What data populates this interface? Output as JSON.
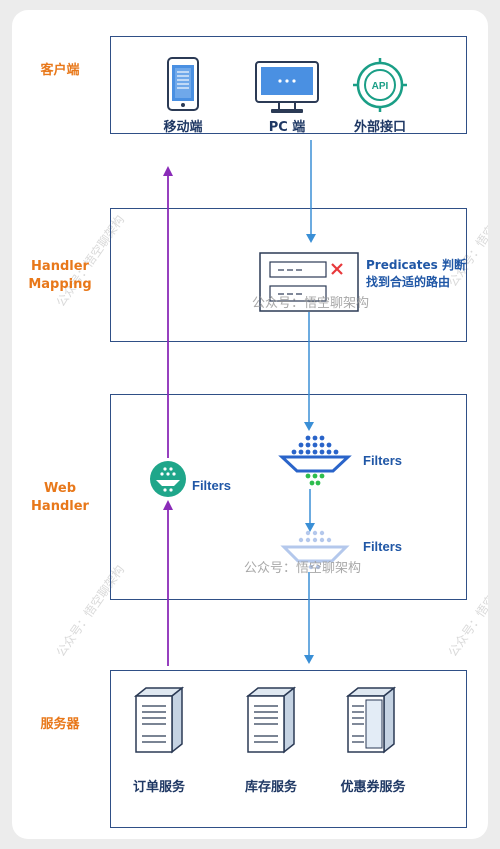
{
  "layers": {
    "client": "客户端",
    "handler_mapping_1": "Handler",
    "handler_mapping_2": "Mapping",
    "web_handler_1": "Web",
    "web_handler_2": "Handler",
    "services": "服务器"
  },
  "clients": {
    "mobile": "移动端",
    "pc": "PC 端",
    "api_text": "API",
    "api": "外部接口"
  },
  "predicates": {
    "line1": "Predicates 判断",
    "line2": "找到合适的路由"
  },
  "filters": {
    "left": "Filters",
    "right_top": "Filters",
    "right_bottom": "Filters"
  },
  "services": {
    "order": "订单服务",
    "inventory": "库存服务",
    "coupon": "优惠券服务"
  },
  "watermarks": {
    "center_top": "公众号：悟空聊架构",
    "center_mid": "公众号：悟空聊架构",
    "side": "公众号：悟空聊架构"
  },
  "colors": {
    "request_arrow": "#3a8fd6",
    "response_arrow": "#8a2bb8",
    "panel_border": "#2f4f86",
    "layer_label": "#e8781a"
  }
}
